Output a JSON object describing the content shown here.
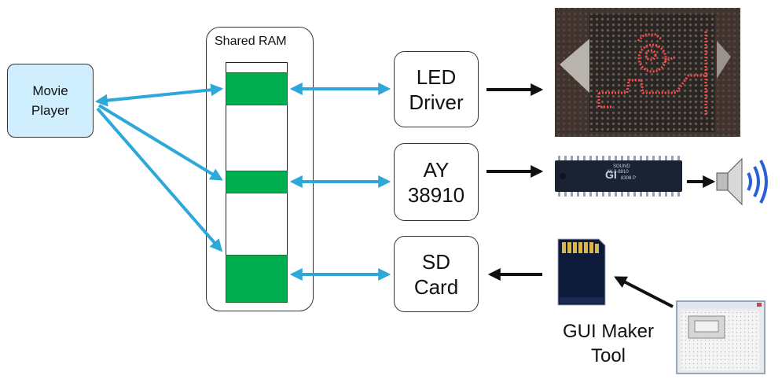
{
  "movie_player": {
    "label_line1": "Movie",
    "label_line2": "Player"
  },
  "shared_ram": {
    "title": "Shared RAM"
  },
  "blocks": {
    "led_driver": {
      "line1": "LED",
      "line2": "Driver"
    },
    "ay": {
      "line1": "AY",
      "line2": "38910"
    },
    "sd_card": {
      "line1": "SD",
      "line2": "Card"
    }
  },
  "chip": {
    "brand": "GI",
    "line1": "SOUND",
    "line2": "AY-3-8910",
    "code": "8308 P"
  },
  "gui_tool": {
    "line1": "GUI Maker",
    "line2": "Tool"
  },
  "colors": {
    "arrow_blue": "#2ea8d8",
    "arrow_black": "#111111",
    "ram_green": "#00b050",
    "movie_fill": "#cfefff",
    "led_red": "#ff4040"
  }
}
